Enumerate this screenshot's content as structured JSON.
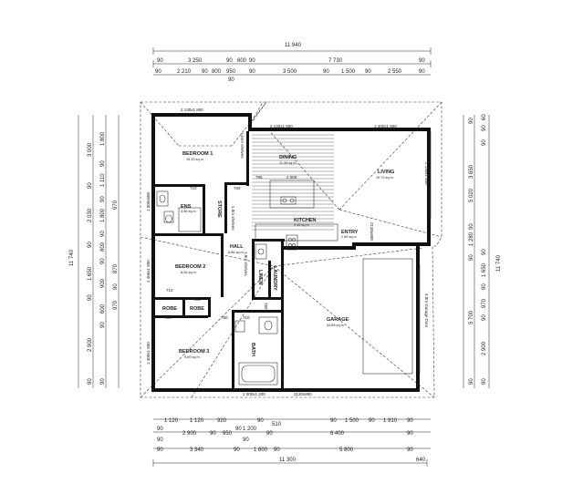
{
  "top_dimensions": {
    "overall": "11 940",
    "row1": [
      "90",
      "3 250",
      "90",
      "600",
      "90",
      "7 730",
      "90"
    ],
    "row2": [
      "90",
      "2 210",
      "90",
      "800",
      "950",
      "90",
      "3 500",
      "90",
      "1 500",
      "90",
      "2 550",
      "90"
    ],
    "extra": "90"
  },
  "bottom_dimensions": {
    "row1": [
      "1 120",
      "1 120",
      "920",
      "90",
      "510",
      "90",
      "1 500",
      "90",
      "1 910",
      "90"
    ],
    "row2": [
      "90",
      "2 900",
      "90",
      "950",
      "90",
      "1 200",
      "90",
      "6 400",
      "90"
    ],
    "row3": [
      "90",
      "90"
    ],
    "row4": [
      "90",
      "3 340",
      "90",
      "1 600",
      "90",
      "5 800",
      "90"
    ],
    "overall": "11 300",
    "extra": "640"
  },
  "left_dimensions": {
    "overall": "11 740",
    "col_a": [
      "3 000",
      "2 030",
      "1 650",
      "2 900"
    ],
    "col_b": [
      "1 800",
      "90",
      "1 110",
      "90",
      "1 800",
      "90",
      "800",
      "90",
      "900",
      "600",
      "90",
      "90"
    ],
    "col_c": [
      "90",
      "90",
      "90",
      "90",
      "90",
      "90",
      "90",
      "90"
    ],
    "col_d": [
      "970",
      "870",
      "90",
      "970"
    ]
  },
  "right_dimensions": {
    "overall": "11 740",
    "col_a": [
      "3 650",
      "5 020",
      "1 280",
      "5 700"
    ],
    "col_b": [
      "60",
      "90",
      "90",
      "90",
      "1 650",
      "90",
      "970",
      "90",
      "2 900",
      "90"
    ],
    "col_c": [
      "90",
      "90",
      "90",
      "90"
    ]
  },
  "rooms": {
    "bedroom1": {
      "label": "BEDROOM 1",
      "area": "15.33 sq m"
    },
    "dining": {
      "label": "DINING",
      "area": "11.36 sq m"
    },
    "living": {
      "label": "LIVING",
      "area": "19.73 sq m"
    },
    "kitchen": {
      "label": "KITCHEN",
      "area": "9.38 sq m"
    },
    "ens": {
      "label": "ENS",
      "area": "3.36 sq m"
    },
    "store": {
      "label": "STORE"
    },
    "bedroom2": {
      "label": "BEDROOM 2",
      "area": "8.26 sq m"
    },
    "hall": {
      "label": "HALL",
      "area": "6.56 sq m"
    },
    "entry": {
      "label": "ENTRY",
      "area": "2.55 sq m"
    },
    "garage": {
      "label": "GARAGE",
      "area": "34.89 sq m"
    },
    "bedroom3": {
      "label": "BEDROOM 3",
      "area": "9.69 sq m"
    },
    "robe1": {
      "label": "ROBE"
    },
    "robe2": {
      "label": "ROBE"
    },
    "laundry": {
      "label": "LAUNDRY"
    },
    "linen": {
      "label": "LINEN"
    },
    "bath": {
      "label": "BATH"
    }
  },
  "annotations": {
    "win_bed1": "2 130x1 800",
    "win_dining": "2 130x1 800",
    "win_living_top": "1 400x1 600",
    "win_living_side": "2 130x1 800",
    "win_entry": "2130x600",
    "win_bed2": "1 400x1 600",
    "win_bed3": "1 400x1 600",
    "win_bed1_side": "1 000x600",
    "win_bath": "1 000x1 200",
    "win_garage": "2130x880",
    "door_760": "760",
    "door_710a": "710",
    "door_710b": "710",
    "door_710c": "710",
    "door_710d": "710",
    "door_710e": "710",
    "door_760b": "760",
    "door_760c": "760",
    "dim_795": "795",
    "dim_2000": "2 000",
    "shelves1": "Linen shelves",
    "shelves2": "1.8m shelves",
    "shelves3": "1.8m shelves",
    "garage_door": "4.8m Garage Door"
  }
}
